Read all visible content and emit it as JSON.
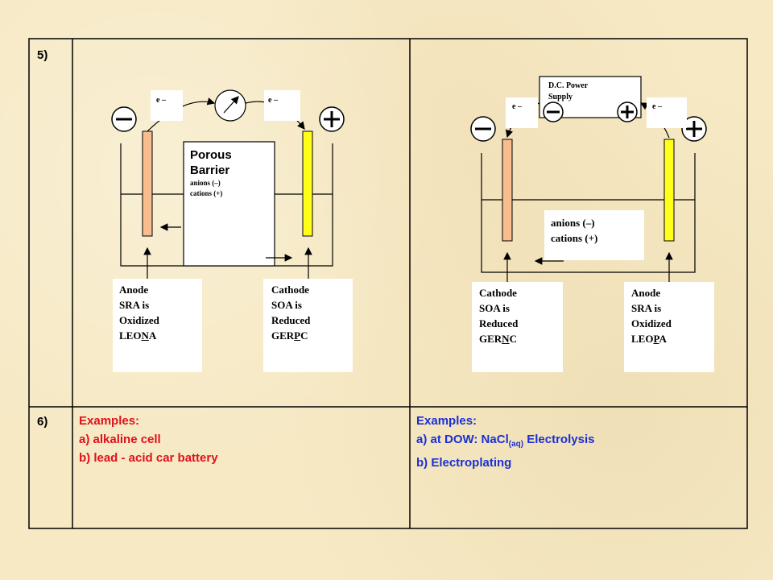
{
  "row5": {
    "number": "5)",
    "galvanic": {
      "electron_left": "e –",
      "electron_right": "e –",
      "barrier_title_1": "Porous",
      "barrier_title_2": "Barrier",
      "barrier_anions": "anions (–)",
      "barrier_cations": "cations (+)",
      "anode": {
        "l1": "Anode",
        "l2": "SRA is",
        "l3": "Oxidized",
        "l4a": "LEO",
        "l4b": "N",
        "l4c": "A"
      },
      "cathode": {
        "l1": "Cathode",
        "l2": "SOA is",
        "l3": "Reduced",
        "l4a": "GER",
        "l4b": "P",
        "l4c": "C"
      },
      "colors": {
        "anode_electrode": "#f7bd8d",
        "cathode_electrode": "#ffff1a"
      }
    },
    "electrolytic": {
      "power_supply_1": "D.C. Power",
      "power_supply_2": "Supply",
      "electron_left": "e –",
      "electron_right": "e –",
      "ions_anions": "anions (–)",
      "ions_cations": "cations (+)",
      "cathode": {
        "l1": "Cathode",
        "l2": "SOA is",
        "l3": "Reduced",
        "l4a": "GER",
        "l4b": "N",
        "l4c": "C"
      },
      "anode": {
        "l1": "Anode",
        "l2": "SRA is",
        "l3": "Oxidized",
        "l4a": "LEO",
        "l4b": "P",
        "l4c": "A"
      },
      "colors": {
        "cathode_electrode": "#f7bd8d",
        "anode_electrode": "#ffff1a"
      }
    }
  },
  "row6": {
    "number": "6)",
    "left": {
      "title": "Examples:",
      "a": "a)  alkaline cell",
      "b": "b)  lead - acid car battery",
      "color": "#e0111b"
    },
    "right": {
      "title": "Examples:",
      "a_pre": "a)  at DOW: NaCl",
      "a_sub": "(aq)",
      "a_post": " Electrolysis",
      "b": "b)  Electroplating",
      "color": "#1c2fd6"
    }
  }
}
